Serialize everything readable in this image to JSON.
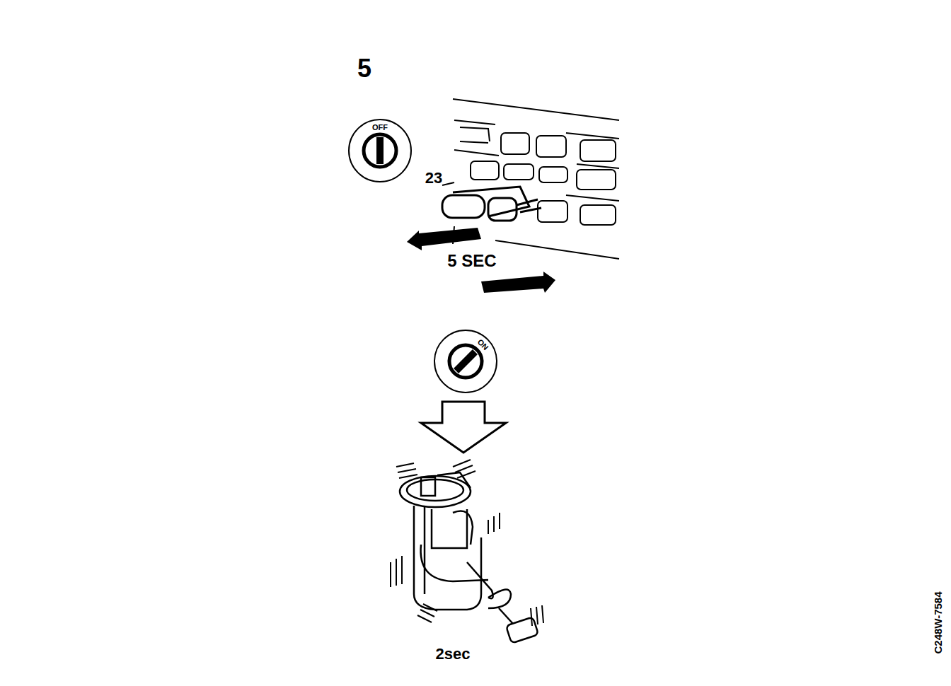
{
  "diagram": {
    "nodes": [
      {
        "text": [
          "OFF"
        ]
      },
      {
        "text": [
          "ON"
        ]
      }
    ],
    "labels": [
      "5",
      "23",
      "5 SEC",
      "2sec",
      "C248W-7584"
    ]
  }
}
